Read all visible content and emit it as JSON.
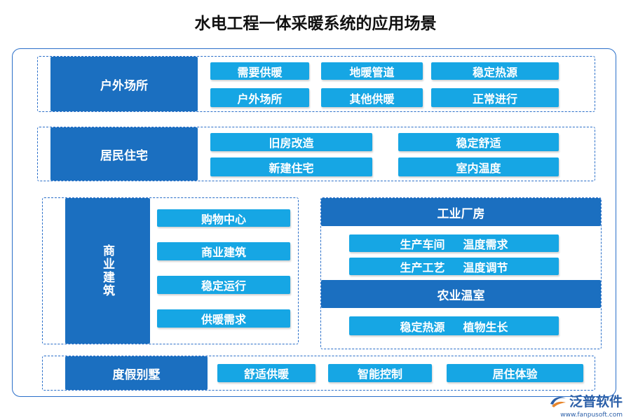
{
  "title": "水电工程一体采暖系统的应用场景",
  "sections": {
    "outdoor": {
      "label": "户外场所",
      "items": [
        "需要供暖",
        "地暖管道",
        "稳定热源",
        "户外场所",
        "其他供暖",
        "正常进行"
      ]
    },
    "residential": {
      "label": "居民住宅",
      "items": [
        "旧房改造",
        "稳定舒适",
        "新建住宅",
        "室内温度"
      ]
    },
    "commercial": {
      "label": "商业建筑",
      "items": [
        "购物中心",
        "商业建筑",
        "稳定运行",
        "供暖需求"
      ]
    },
    "industrial": {
      "label": "工业厂房",
      "rows": [
        {
          "a": "生产车间",
          "b": "温度需求"
        },
        {
          "a": "生产工艺",
          "b": "温度调节"
        }
      ]
    },
    "greenhouse": {
      "label": "农业温室",
      "rows": [
        {
          "a": "稳定热源",
          "b": "植物生长"
        }
      ]
    },
    "villa": {
      "label": "度假别墅",
      "items": [
        "舒适供暖",
        "智能控制",
        "居住体验"
      ]
    }
  },
  "watermark": {
    "brand": "泛普软件",
    "url": "www.fanpusoft.com"
  },
  "colors": {
    "header": "#1b6fc0",
    "pill": "#16a6e4",
    "border": "#2a6fc9"
  }
}
